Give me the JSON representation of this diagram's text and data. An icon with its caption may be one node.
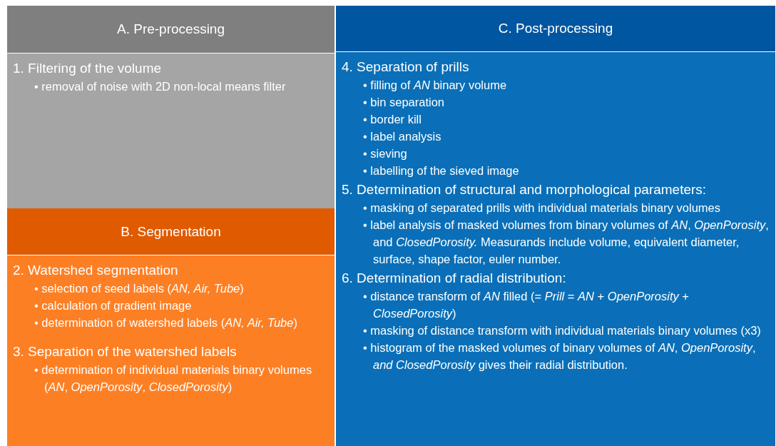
{
  "diagram": {
    "nodes": [
      {
        "text": [
          "A. Pre-processing",
          "1. Filtering of the volume",
          "• removal of noise with 2D non-local means filter"
        ]
      },
      {
        "text": [
          "B. Segmentation",
          "2. Watershed segmentation",
          "• selection of seed labels (*AN, Air, Tube*)",
          "• calculation of gradient image",
          "• determination of watershed labels (*AN, Air, Tube*)",
          "3. Separation of the watershed labels",
          "• determination of individual materials binary volumes (*AN*, *OpenPorosity*, *ClosedPorosity*)"
        ]
      },
      {
        "text": [
          "C. Post-processing",
          "4. Separation of prills",
          "• filling of *AN* binary volume",
          "• bin separation",
          "• border kill",
          "• label analysis",
          "• sieving",
          "• labelling of the sieved image",
          "5. Determination of structural and morphological parameters:",
          "• masking of separated prills with individual materials binary volumes",
          "• label analysis of masked volumes from binary volumes of *AN*, *OpenPorosity*, and *ClosedPorosity.* Measurands include volume, equivalent diameter, surface, shape factor, euler number.",
          "6. Determination of radial distribution:",
          "• distance transform of *AN* filled (= *Prill* = *AN* + *OpenPorosity* + *ClosedPorosity*)",
          "• masking of distance transform with individual materials binary volumes (x3)",
          "• histogram of the masked volumes of binary volumes of *AN*, *OpenPorosity*, *and ClosedPorosity* gives their radial distribution."
        ]
      }
    ]
  }
}
